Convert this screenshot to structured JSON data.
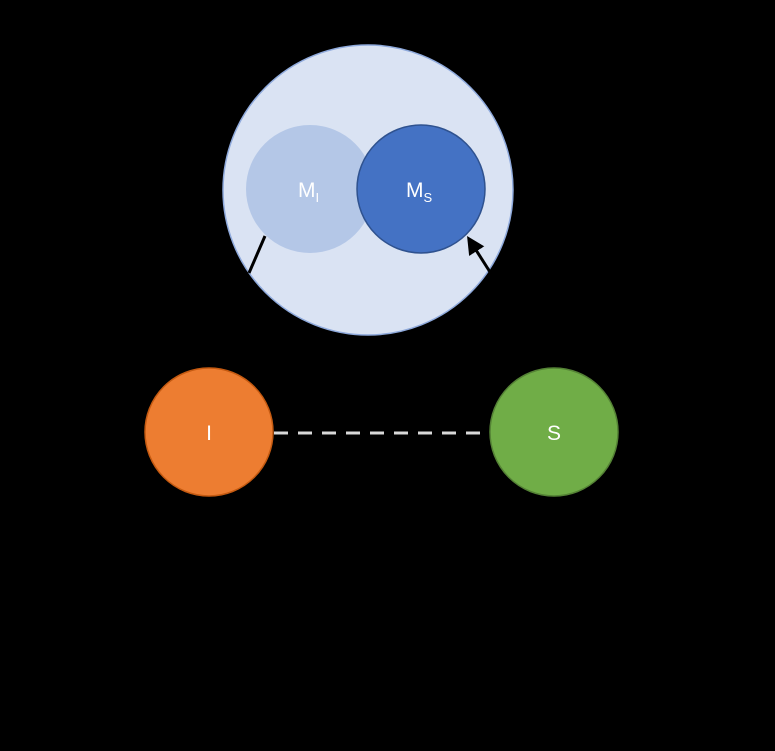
{
  "colors": {
    "background": "#000000",
    "outer_circle_fill": "#dae3f3",
    "outer_circle_stroke": "#8faadc",
    "m_i_fill": "#b4c7e7",
    "m_s_fill": "#4472c4",
    "m_s_stroke": "#2f528f",
    "i_fill": "#ed7d31",
    "i_stroke": "#c55a11",
    "s_fill": "#70ad47",
    "s_stroke": "#548235",
    "connector": "#d9d9d9",
    "arrow": "#000000",
    "label": "#ffffff"
  },
  "nodes": {
    "m_i": {
      "main": "M",
      "sub": "I"
    },
    "m_s": {
      "main": "M",
      "sub": "S"
    },
    "i": {
      "label": "I"
    },
    "s": {
      "label": "S"
    }
  }
}
